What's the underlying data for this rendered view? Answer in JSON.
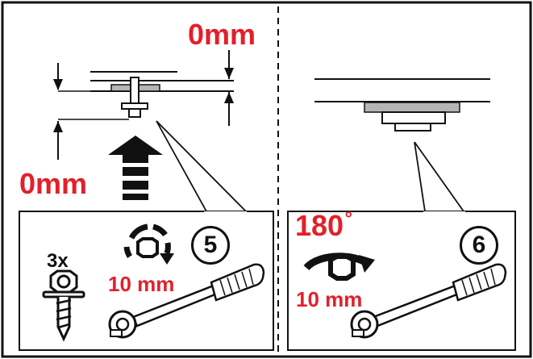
{
  "left_panel": {
    "gap_top_label": "0mm",
    "gap_bottom_label": "0mm",
    "step_number": "5",
    "quantity_label": "3x",
    "tool_size_label": "10 mm",
    "icons": [
      "screw-icon",
      "rotate-tighten-icon",
      "ratchet-wrench-icon",
      "push-up-arrow-icon"
    ]
  },
  "right_panel": {
    "step_number": "6",
    "rotation_label": "180",
    "degree_symbol": "˚",
    "tool_size_label": "10 mm",
    "icons": [
      "rotate-180-icon",
      "ratchet-wrench-icon"
    ]
  },
  "colors": {
    "accent": "#e3202a",
    "line": "#111111",
    "metal": "#b5b5b5"
  }
}
